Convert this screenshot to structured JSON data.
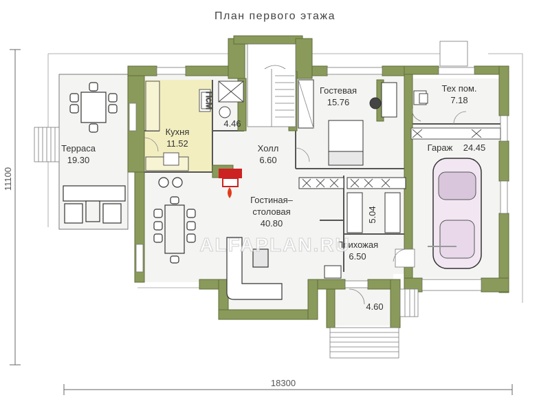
{
  "title": "План первого этажа",
  "dimensions": {
    "width": "18300",
    "height": "11100"
  },
  "watermark": "ALFAPLAN.RU",
  "colors": {
    "wall": "#8a9a5b",
    "wall_edge": "#5f6e3a",
    "floor": "#f4f4f2",
    "kitchen_floor": "#f2eec0",
    "line": "#555555"
  },
  "rooms": {
    "terrace": {
      "name": "Терраса",
      "area": "19.30"
    },
    "kitchen": {
      "name": "Кухня",
      "area": "11.52"
    },
    "pm": {
      "name": "ПсМ"
    },
    "bath": {
      "area": "4.46"
    },
    "hall": {
      "name": "Холл",
      "area": "6.60"
    },
    "guest": {
      "name": "Гостевая",
      "area": "15.76"
    },
    "tech": {
      "name": "Тех пом.",
      "area": "7.18"
    },
    "garage": {
      "name": "Гараж",
      "area": "24.45"
    },
    "living": {
      "name1": "Гостиная–",
      "name2": "столовая",
      "area": "40.80"
    },
    "wardrobe": {
      "area": "5.04"
    },
    "entry": {
      "name": "Прихожая",
      "area": "6.50"
    },
    "porch": {
      "area": "4.60"
    }
  }
}
